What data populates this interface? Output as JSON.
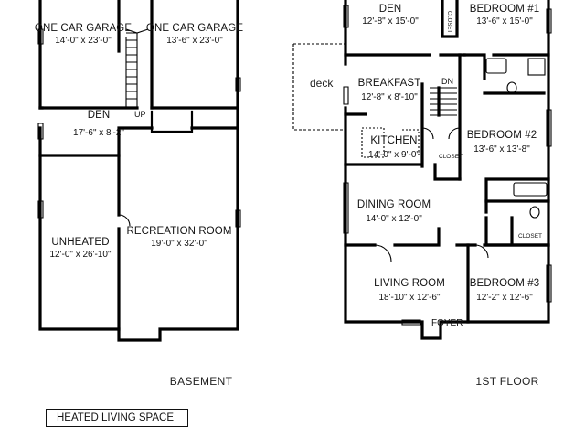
{
  "basement": {
    "label": "BASEMENT",
    "rooms": [
      {
        "name": "ONE CAR GARAGE",
        "dim": "14'-0\" x 23'-0\""
      },
      {
        "name": "ONE CAR GARAGE",
        "dim": "13'-6\" x 23'-0\""
      },
      {
        "name": "DEN",
        "dim": "17'-6\" x 8'-2\""
      },
      {
        "name": "UNHEATED",
        "dim": "12'-0\" x 26'-10\""
      },
      {
        "name": "RECREATION ROOM",
        "dim": "19'-0\" x 32'-0\""
      }
    ],
    "stair_note": "UP"
  },
  "first_floor": {
    "label": "1ST FLOOR",
    "rooms": [
      {
        "name": "DEN",
        "dim": "12'-8\" x 15'-0\""
      },
      {
        "name": "BEDROOM #1",
        "dim": "13'-6\" x 15'-0\""
      },
      {
        "name": "BREAKFAST",
        "dim": "12'-8\" x 8'-10\""
      },
      {
        "name": "KITCHEN",
        "dim": "14'-0\" x 9'-0\""
      },
      {
        "name": "BEDROOM #2",
        "dim": "13'-6\" x 13'-8\""
      },
      {
        "name": "DINING ROOM",
        "dim": "14'-0\" x 12'-0\""
      },
      {
        "name": "LIVING ROOM",
        "dim": "18'-10\" x 12'-6\""
      },
      {
        "name": "BEDROOM #3",
        "dim": "12'-2\" x 12'-6\""
      }
    ],
    "closets": [
      "CLOSET",
      "CLOSET",
      "CLOSET"
    ],
    "stair_note": "DN",
    "foyer": "FOYER",
    "deck": "deck"
  },
  "legend": "HEATED LIVING SPACE"
}
